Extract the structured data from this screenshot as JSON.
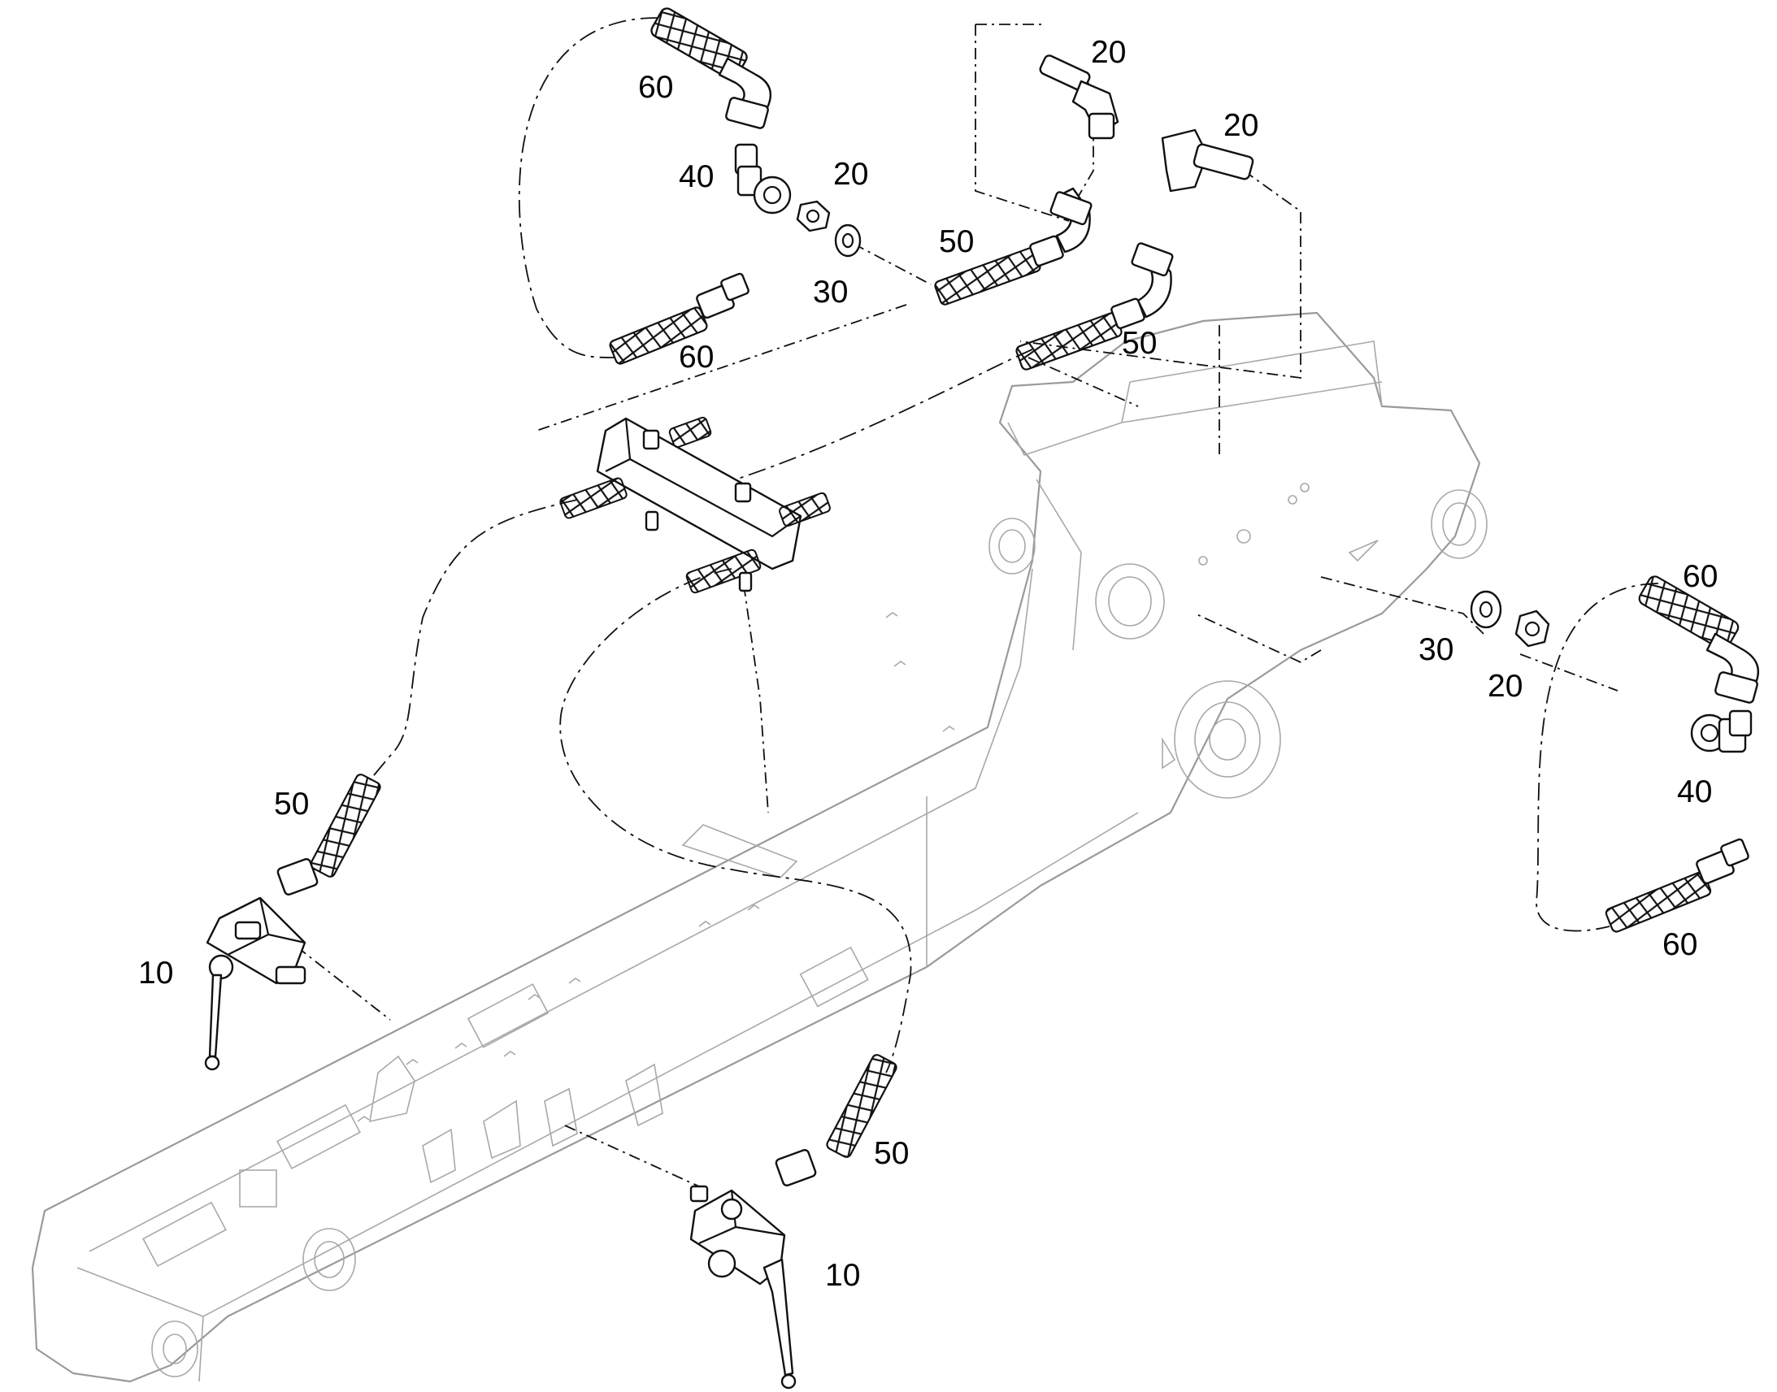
{
  "callouts": [
    {
      "id": "c1",
      "text": "60"
    },
    {
      "id": "c2",
      "text": "40"
    },
    {
      "id": "c3",
      "text": "20"
    },
    {
      "id": "c4",
      "text": "30"
    },
    {
      "id": "c5",
      "text": "60"
    },
    {
      "id": "c6",
      "text": "20"
    },
    {
      "id": "c7",
      "text": "20"
    },
    {
      "id": "c8",
      "text": "50"
    },
    {
      "id": "c9",
      "text": "50"
    },
    {
      "id": "c10",
      "text": "60"
    },
    {
      "id": "c11",
      "text": "30"
    },
    {
      "id": "c12",
      "text": "20"
    },
    {
      "id": "c13",
      "text": "40"
    },
    {
      "id": "c14",
      "text": "60"
    },
    {
      "id": "c15",
      "text": "50"
    },
    {
      "id": "c16",
      "text": "10"
    },
    {
      "id": "c17",
      "text": "50"
    },
    {
      "id": "c18",
      "text": "10"
    }
  ]
}
